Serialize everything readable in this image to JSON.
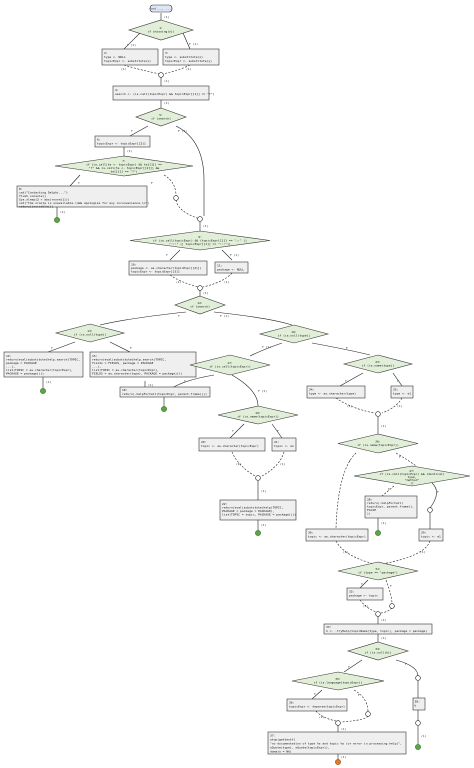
{
  "nodes": {
    "n0": "fun(..., ...)",
    "n1": [
      "1:",
      "if (missing(x))"
    ],
    "n2": [
      "2:",
      "type <- NULL",
      "topicExpr <- substitute(x)"
    ],
    "n3": [
      "3:",
      "type <- substitute(x)",
      "topicExpr <- substitute(y)"
    ],
    "n4": [
      "4:",
      "search <- (is.call(topicExpr) && topicExpr[[1]] == \"?\")"
    ],
    "n5": [
      "5:",
      "if (search)"
    ],
    "n6": [
      "6:",
      "topicExpr <- topicExpr[[2]]"
    ],
    "n7": [
      "7:",
      "if (is.call(te <- topicExpr) && te[[1]] ==",
      "\"?\" && is.call(te <- topicExpr[[2]]) &&",
      "te[[1]] == \"?\")"
    ],
    "n8": [
      "8:",
      "cat(\"Contacting Delphi...\")",
      "flush.console()",
      "Sys.sleep(2 + abs(rnorm(1)))",
      "cat(\"the oracle is unavailable.\\nWe apologize for any inconvenience.\\n\")",
      "return(invisible())"
    ],
    "n9": [
      "9:",
      "if (is.call(topicExpr) && (topicExpr[[1]] == \"::\" ||",
      "\":::\" || topicExpr[[1]] == \":::\"))"
    ],
    "n10": [
      "10:",
      "package <- as.character(topicExpr[[2]])",
      "topicExpr <- topicExpr[[3]]"
    ],
    "n11": [
      "11:",
      "package <- NULL"
    ],
    "n12": [
      "12:",
      "if (search)"
    ],
    "n13": [
      "13:",
      "if (is.null(type))"
    ],
    "n14": [
      "14:",
      "return(eval(substitute(help.search(TOPIC,",
      "  package = PACKAGE",
      "  ...),",
      "  list(TOPIC = as.character(topicExpr),",
      "  PACKAGE = package))))"
    ],
    "n15": [
      "15:",
      "return(eval(substitute(help.search(TOPIC,",
      "  fields = FIELDS, package = PACKAGE",
      "  ...),",
      "  list(TOPIC = as.character(topicExpr),",
      "  FIELDS = as.character(type), PACKAGE = package))))"
    ],
    "n16": [
      "16:",
      "if (is.null(type))"
    ],
    "n17": [
      "17:",
      "if (is.call(topicExpr))"
    ],
    "n18": [
      "18:",
      "return(.helpForCall(topicExpr, parent.frame()))"
    ],
    "n19": [
      "19:",
      "if (is.name(topicExpr))"
    ],
    "n20": [
      "20:",
      "topic <- as.character(topicExpr)"
    ],
    "n21": [
      "21:",
      "topic <- e1"
    ],
    "n22": [
      "22:",
      "return(eval(substitute(help(TOPIC,",
      "  PACKAGE = package = PACKAGE),",
      "  list(TOPIC = topic, PACKAGE = package))))"
    ],
    "n23": [
      "23:",
      "if (is.name(type))"
    ],
    "n24": [
      "24:",
      "type <- as.character(type)"
    ],
    "n25": [
      "25:",
      "type <- e1"
    ],
    "n26": [
      "26:",
      "if (is.name(topicExpr))"
    ],
    "n27": [
      "27:",
      "if (is.call(topicExpr) && identical(",
      "  type,",
      "  \"method\"",
      "))"
    ],
    "n28": [
      "28:",
      "return(.helpForCall(",
      "  topicExpr, parent.frame(),",
      "  FALSE",
      "))"
    ],
    "n29": [
      "29:",
      "topic <- e1"
    ],
    "n30": [
      "30:",
      "topic <- as.character(topicExpr)"
    ],
    "n31": [
      "31:",
      "if (type == \"package\")"
    ],
    "n32": [
      "32:",
      "package <- topic"
    ],
    "n33": [
      "33:",
      "h <- .tryHelp(topicName(type, topic), package = package)"
    ],
    "n34": [
      "34:",
      "if (is.null(h))"
    ],
    "n35": [
      "35:",
      "if (is.language(topicExpr))"
    ],
    "n36": [
      "36:",
      "topicExpr <- deparse(topicExpr)"
    ],
    "n37": [
      "37:",
      "stop(gettextf(",
      "  \"no documentation of type %s and topic %s (or error in processing help)\",",
      "  sQuote(type), sQuote(topicExpr)),",
      "  domain = NA)"
    ],
    "n38": [
      "38:",
      "h"
    ]
  },
  "edge_labels": {
    "e01": "(1)",
    "e12": "T (1)",
    "e13": "F (1)",
    "e2m": "(1)",
    "e3m": "(1)",
    "em4": "(1)",
    "e45": "(1)",
    "e56": "T",
    "e5s": "F (1)",
    "e67": "(1)",
    "e78": "T",
    "e7j": "F",
    "e8end": "(1)",
    "ej9": "(1)",
    "e910": "T",
    "e911": "F (1)",
    "e10m": "(1)",
    "e11m": "(1)",
    "em12": "(1)",
    "e1213": "T",
    "e1216": "F (1)",
    "e1314": "T",
    "e1315": "F",
    "e14end": "(1)",
    "e15end": "(1)",
    "e1617": "T (1)",
    "e1623": "F",
    "e1718": "T",
    "e1719": "F (1)",
    "e18end": "(1)",
    "e1920": "T",
    "e1921": "F",
    "e20m": "(1)",
    "e21m": "(1)",
    "em22": "(1)",
    "e22end": "(1)",
    "e2324": "T",
    "e2325": "F",
    "e24m": "(1)",
    "e25m": "(1)",
    "em26": "(1)",
    "e2627": "F",
    "e2630": "T",
    "e2728": "T",
    "e2729": "F",
    "e28end": "(1)",
    "e29m": "(1)",
    "e30m": "(1)",
    "em31": "(1)",
    "e3132": "T",
    "e31j": "F",
    "e32m": "(1)",
    "em33": "(1)",
    "e3334": "(1)",
    "e3435": "T",
    "e3438": "F",
    "e3536": "T",
    "e35j": "F",
    "e36m": "(1)",
    "em37": "(1)",
    "e37end": "(1)",
    "e38end": "(1)"
  }
}
